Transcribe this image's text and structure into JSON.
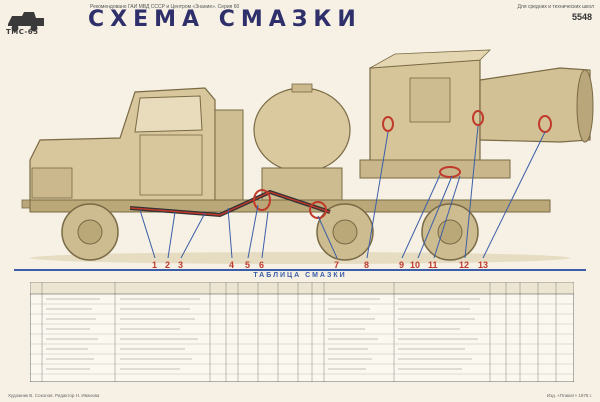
{
  "header": {
    "note": "Рекомендовано ГАИ МВД СССР и Центром «Знание». Серия 60",
    "right_note": "Для средних и технических школ",
    "title": "СХЕМА СМАЗКИ",
    "sheet_no": "5548",
    "logo_text": "ТМС-65"
  },
  "diagram": {
    "point_numbers": [
      "1",
      "2",
      "3",
      "4",
      "5",
      "6",
      "7",
      "8",
      "9",
      "10",
      "11",
      "12",
      "13"
    ]
  },
  "table": {
    "title": "ТАБЛИЦА СМАЗКИ"
  },
  "footer": {
    "left": "Художник В. Соколов. Редактор Н. Иванова",
    "right": "Изд. «Плакат» 1978 г."
  },
  "colors": {
    "vehicle": "#d8c79c",
    "vehicle_outline": "#7a6a45",
    "lube_points": "#c0392b",
    "callout_lines": "#3c5ea8",
    "title": "#2f2f6b"
  }
}
